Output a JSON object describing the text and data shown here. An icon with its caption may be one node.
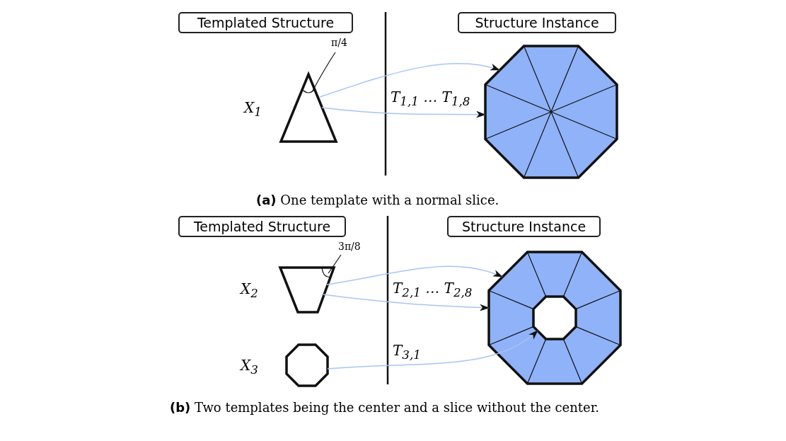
{
  "diagram": {
    "nodes": [
      {
        "text": [
          "Templated Structure"
        ]
      },
      {
        "text": [
          "Structure Instance"
        ]
      },
      {
        "text": [],
        "shape": "triangle",
        "beside": [
          "X$_{1}$"
        ]
      },
      {
        "text": [],
        "shape": "octagon"
      },
      {
        "text": [
          "π/4"
        ]
      },
      {
        "text": [
          "Templated Structure"
        ]
      },
      {
        "text": [
          "Structure Instance"
        ]
      },
      {
        "text": [],
        "shape": "trapezoid",
        "beside": [
          "X$_{2}$"
        ]
      },
      {
        "text": [],
        "shape": "octagon",
        "beside": [
          "X$_{3}$"
        ]
      },
      {
        "text": [],
        "shape": "octagon"
      },
      {
        "text": [
          "3π/8"
        ]
      },
      {
        "text": [],
        "shape": "octagon",
        "in": 9
      }
    ],
    "edges": [
      {
        "from": 2,
        "to": 3,
        "arrow": "to",
        "label": "T$_{1,1}$ … T$_{1,8}$"
      },
      {
        "from": 2,
        "to": 3,
        "arrow": "to"
      },
      {
        "from": 4,
        "to": 2,
        "arrow": "none",
        "color": "#111111"
      },
      {
        "from": 7,
        "to": 9,
        "arrow": "to",
        "label": "T$_{2,1}$ … T$_{2,8}$"
      },
      {
        "from": 7,
        "to": 9,
        "arrow": "to"
      },
      {
        "from": 8,
        "to": 11,
        "arrow": "to",
        "label": "T$_{3,1}$"
      },
      {
        "from": 10,
        "to": 7,
        "arrow": "none",
        "color": "#111111"
      }
    ],
    "labels": [
      "**(a)** One template with a normal slice.",
      "**(b)** Two templates being the center and a slice without the center."
    ]
  }
}
